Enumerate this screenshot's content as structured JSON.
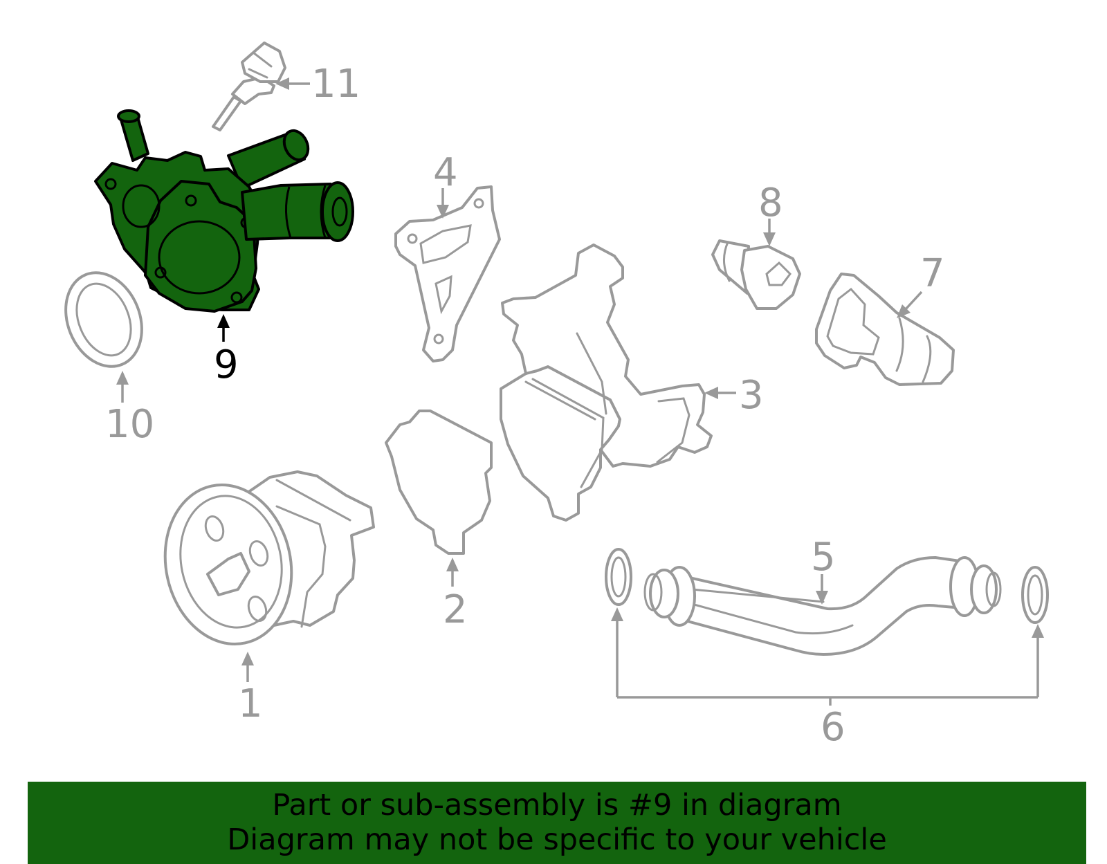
{
  "callouts": [
    "1",
    "2",
    "3",
    "4",
    "5",
    "6",
    "7",
    "8",
    "9",
    "10",
    "11"
  ],
  "highlighted_callout": "9",
  "colors": {
    "highlight_fill": "#13640e",
    "part_outline": "#999999",
    "highlight_outline": "#000000",
    "banner_bg": "#13640e"
  },
  "banner": {
    "line1": "Part or sub-assembly is #9 in diagram",
    "line2": "Diagram may not be specific to your vehicle"
  }
}
